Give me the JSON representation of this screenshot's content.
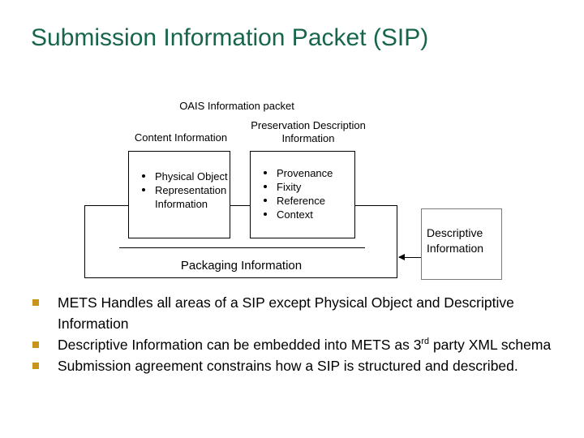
{
  "slide": {
    "title": "Submission Information Packet (SIP)",
    "title_color": "#18664a",
    "bullet_color": "#c8941a"
  },
  "diagram": {
    "outer_caption": "OAIS Information packet",
    "content_caption": "Content Information",
    "pdi_caption": "Preservation Description Information",
    "packaging_label": "Packaging Information",
    "descriptive_label_line1": "Descriptive",
    "descriptive_label_line2": "Information",
    "content_items": [
      "Physical Object",
      "Representation",
      "Information"
    ],
    "pdi_items": [
      "Provenance",
      "Fixity",
      "Reference",
      "Context"
    ],
    "arrow_direction": "left"
  },
  "body": {
    "bullets": [
      {
        "text_before": "METS Handles all areas of a SIP except Physical Object and Descriptive Information",
        "sup": "",
        "text_after": ""
      },
      {
        "text_before": "Descriptive Information can be embedded into METS as 3",
        "sup": "rd",
        "text_after": " party XML schema"
      },
      {
        "text_before": "Submission agreement constrains how a SIP is structured and described.",
        "sup": "",
        "text_after": ""
      }
    ]
  }
}
